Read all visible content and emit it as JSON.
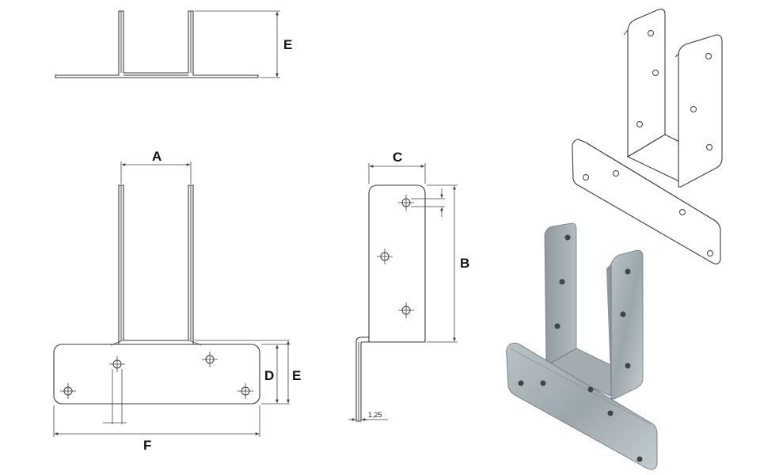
{
  "labels": {
    "top_height": "E",
    "width_inner": "A",
    "plate_width": "C",
    "plate_height": "B",
    "base_height_d": "D",
    "base_height_e": "E",
    "base_length": "F",
    "thickness": "1,25"
  },
  "colors": {
    "line": "#3a3a3a",
    "galvanized": "#a7b1b5",
    "galvanized_dark": "#7f8a8e"
  }
}
